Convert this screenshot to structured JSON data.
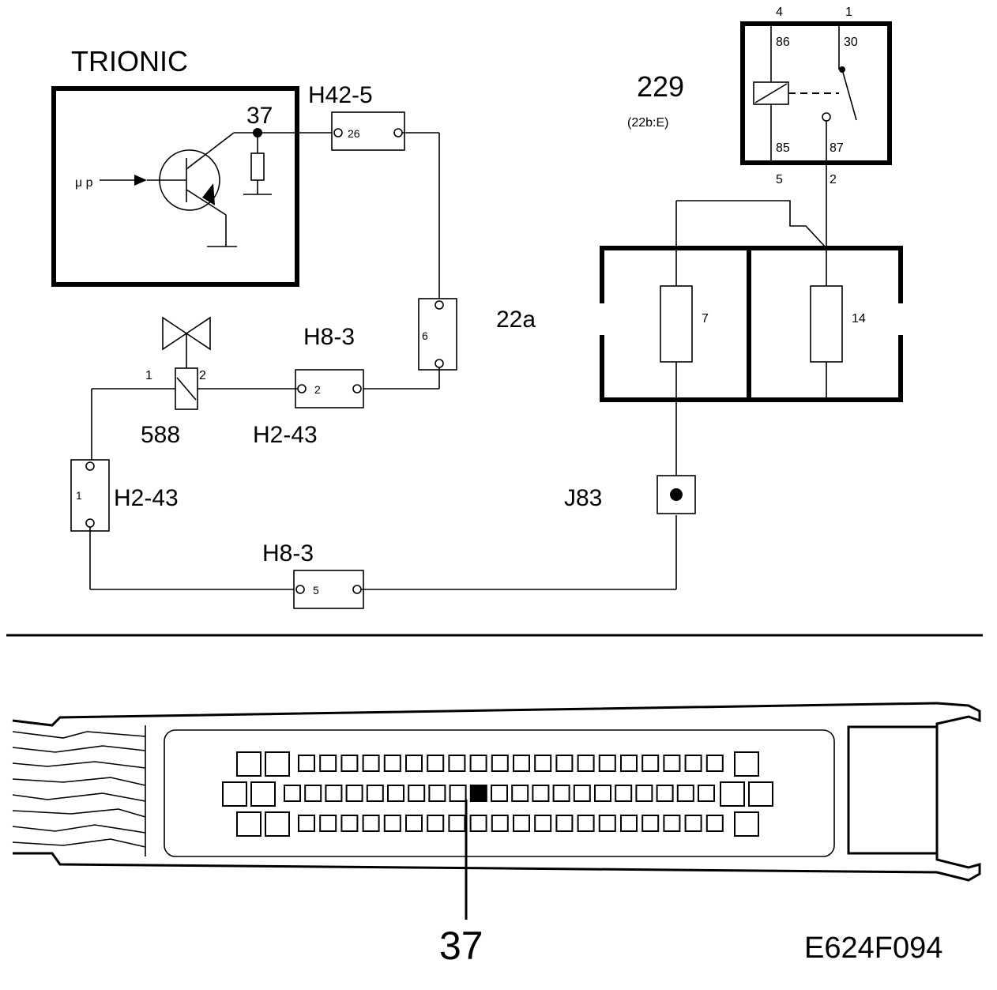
{
  "ecu": {
    "title": "TRIONIC",
    "input_label": "μ p",
    "pin_label": "37"
  },
  "connectors": {
    "h42_5": {
      "name": "H42-5",
      "pin": "26"
    },
    "h8_3_top": {
      "name": "H8-3",
      "pin": "6"
    },
    "h2_43_mid": {
      "name": "H2-43",
      "pin": "2"
    },
    "h2_43_left": {
      "name": "H2-43",
      "pin": "1"
    },
    "h8_3_bottom": {
      "name": "H8-3",
      "pin": "5"
    }
  },
  "valve": {
    "name": "588",
    "pin1": "1",
    "pin2": "2"
  },
  "relay": {
    "name": "229",
    "ref": "(22b:E)",
    "pins_outer": {
      "top_left": "4",
      "top_right": "1",
      "bottom_left": "5",
      "bottom_right": "2"
    },
    "pins_inner": {
      "p86": "86",
      "p30": "30",
      "p85": "85",
      "p87": "87"
    }
  },
  "fusebox": {
    "name": "22a",
    "fuse_left": "7",
    "fuse_right": "14"
  },
  "junction": {
    "name": "J83"
  },
  "connector_pin_callout": "37",
  "figure_code": "E624F094"
}
